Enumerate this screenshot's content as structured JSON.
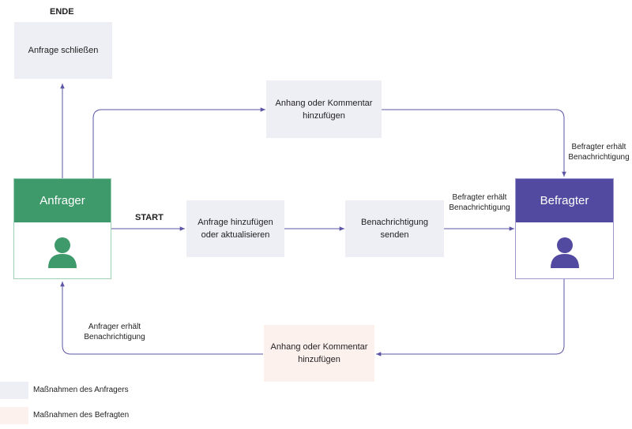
{
  "end_label": "ENDE",
  "start_label": "START",
  "actors": {
    "requester": {
      "title": "Anfrager",
      "color": "#3e9a6b"
    },
    "respondent": {
      "title": "Befragter",
      "color": "#524aa0"
    }
  },
  "steps": {
    "close_request": "Anfrage schließen",
    "add_attachment_top": "Anhang oder Kommentar hinzufügen",
    "add_update_request": "Anfrage hinzufügen oder aktualisieren",
    "send_notification": "Benachrichtigung senden",
    "add_attachment_bottom": "Anhang oder Kommentar hinzufügen"
  },
  "edge_labels": {
    "respondent_notified_right": "Befragter erhält Benachrichtigung",
    "respondent_notified_mid": "Befragter erhält Benachrichtigung",
    "requester_notified": "Anfrager erhält Benachrichtigung"
  },
  "legend": [
    {
      "text": "Maßnahmen des Anfragers",
      "color": "#eeeef5"
    },
    {
      "text": "Maßnahmen des Befragten",
      "color": "#fdf1ee"
    }
  ],
  "colors": {
    "arrow": "#5b55a6",
    "requester_border": "#9fd0b6",
    "respondent_border": "#9e99cc"
  }
}
